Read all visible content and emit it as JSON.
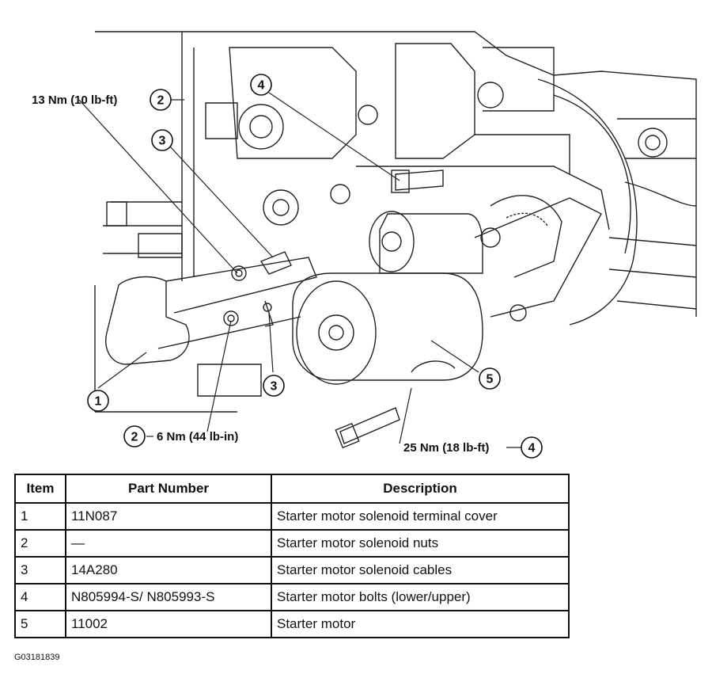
{
  "callouts": {
    "torque_nuts_upper": "13 Nm (10 lb-ft)",
    "torque_nuts_lower": "6 Nm (44 lb-in)",
    "torque_bolts": "25 Nm (18 lb-ft)",
    "bubble_1": "1",
    "bubble_2a": "2",
    "bubble_2b": "2",
    "bubble_3a": "3",
    "bubble_3b": "3",
    "bubble_4a": "4",
    "bubble_4b": "4",
    "bubble_5": "5"
  },
  "table": {
    "headers": {
      "item": "Item",
      "part_number": "Part Number",
      "description": "Description"
    },
    "rows": [
      {
        "item": "1",
        "part_number": "11N087",
        "description": "Starter motor solenoid terminal cover"
      },
      {
        "item": "2",
        "part_number": "—",
        "description": "Starter motor solenoid nuts"
      },
      {
        "item": "3",
        "part_number": "14A280",
        "description": "Starter motor solenoid cables"
      },
      {
        "item": "4",
        "part_number": "N805994-S/ N805993-S",
        "description": "Starter motor bolts (lower/upper)"
      },
      {
        "item": "5",
        "part_number": "11002",
        "description": "Starter motor"
      }
    ]
  },
  "figure_id": "G03181839"
}
